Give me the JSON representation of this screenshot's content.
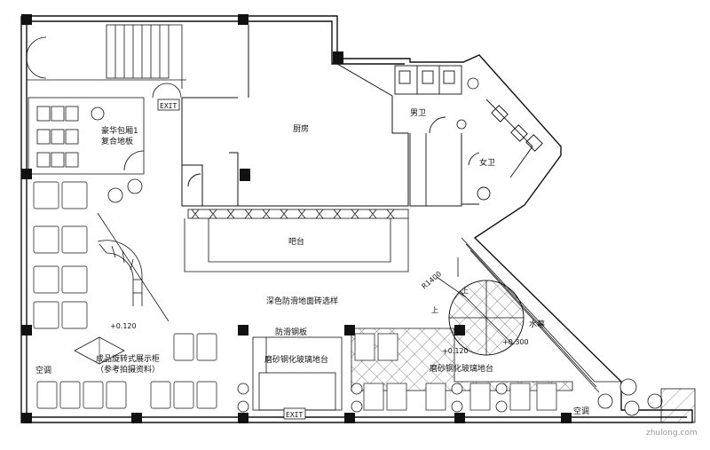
{
  "labels": {
    "vip_room": "豪华包厢1",
    "floor_composite": "复合地板",
    "kitchen": "厨房",
    "mens_wc": "男卫",
    "womens_wc": "女卫",
    "bar": "吧台",
    "floor_tile": "深色防滑地面砖选样",
    "anti_slip_steel": "防滑钢板",
    "frosted_glass_center": "磨砂钢化玻璃地台",
    "frosted_glass_right": "磨砂钢化玻璃地台",
    "display_cabinet_1": "成品旋转式展示柜",
    "display_cabinet_2": "（参考拍摄资料）",
    "water_curtain": "水幕",
    "ac_left": "空调",
    "ac_right": "空调",
    "elev_left": "+0.120",
    "elev_center": "+0.120",
    "elev_right": "+0.300",
    "radius": "R1400",
    "up_1": "上",
    "up_2": "上",
    "exit_top": "EXIT",
    "exit_bottom": "EXIT"
  },
  "watermark": "zhulong.com"
}
